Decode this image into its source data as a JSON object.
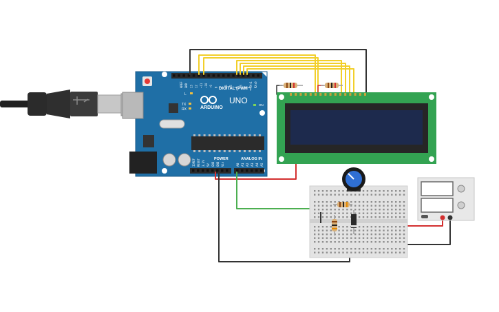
{
  "board": {
    "digital_label": "DIGITAL (PWM~)",
    "logo": "ARDUINO",
    "model": "UNO",
    "power_label": "POWER",
    "analog_label": "ANALOG IN",
    "aref": "AREF",
    "gnd": "GND",
    "led_l": "L",
    "led_tx": "TX",
    "led_rx": "RX",
    "led_on": "ON",
    "digital_pins": [
      "13",
      "12",
      "~11",
      "~10",
      "~9",
      "8",
      "7",
      "~6",
      "~5",
      "4",
      "~3",
      "2",
      "TX➜1",
      "RX◂0"
    ],
    "power_pins": [
      "IOREF",
      "RESET",
      "3.3V",
      "5V",
      "GND",
      "GND",
      "Vin"
    ],
    "analog_pins": [
      "A0",
      "A1",
      "A2",
      "A3",
      "A4",
      "A5"
    ]
  },
  "colors": {
    "board": "#1f6fa6",
    "wire_yellow": "#f2cf2a",
    "wire_black": "#333333",
    "wire_red": "#d32f2f",
    "wire_green": "#4caf50",
    "lcd_pcb": "#33a352",
    "lcd_screen": "#1d2a4d",
    "breadboard": "#e3e3e3"
  },
  "icons": [
    "usb-cable-icon",
    "potentiometer-icon",
    "resistor-icon",
    "diode-icon"
  ]
}
